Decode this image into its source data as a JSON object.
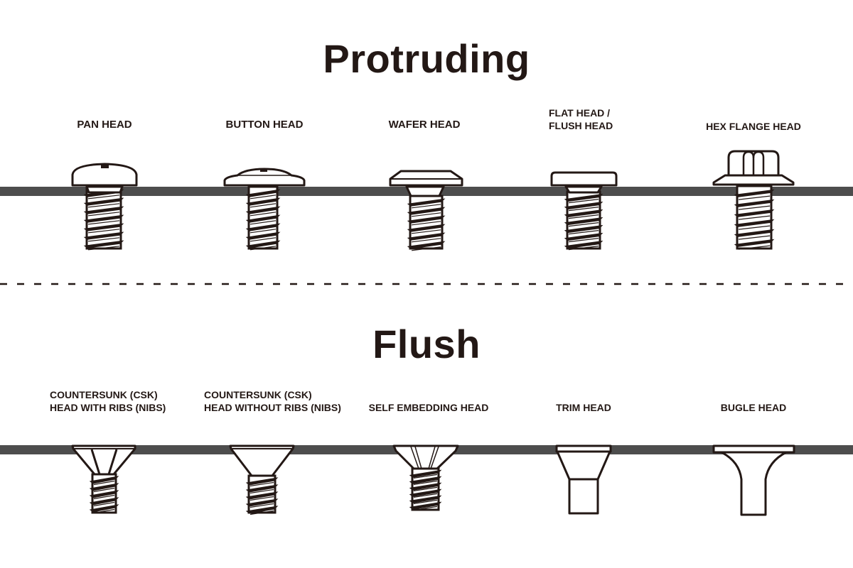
{
  "sections": [
    {
      "title": "Protruding",
      "items": [
        {
          "id": "pan",
          "label": [
            "PAN HEAD"
          ]
        },
        {
          "id": "button",
          "label": [
            "BUTTON HEAD"
          ]
        },
        {
          "id": "wafer",
          "label": [
            "WAFER HEAD"
          ]
        },
        {
          "id": "flat",
          "label": [
            "FLAT HEAD /",
            "FLUSH HEAD"
          ]
        },
        {
          "id": "hexflange",
          "label": [
            "HEX FLANGE HEAD"
          ]
        }
      ]
    },
    {
      "title": "Flush",
      "items": [
        {
          "id": "csk-ribs",
          "label": [
            "COUNTERSUNK (CSK)",
            "HEAD WITH RIBS (NIBS)"
          ]
        },
        {
          "id": "csk-noribs",
          "label": [
            "COUNTERSUNK (CSK)",
            "HEAD WITHOUT RIBS (NIBS)"
          ]
        },
        {
          "id": "self-embedding",
          "label": [
            "SELF EMBEDDING HEAD"
          ]
        },
        {
          "id": "trim",
          "label": [
            "TRIM HEAD"
          ]
        },
        {
          "id": "bugle",
          "label": [
            "BUGLE HEAD"
          ]
        }
      ]
    }
  ],
  "colors": {
    "ink": "#231815",
    "panel": "#4d4d4d",
    "background": "#ffffff"
  }
}
